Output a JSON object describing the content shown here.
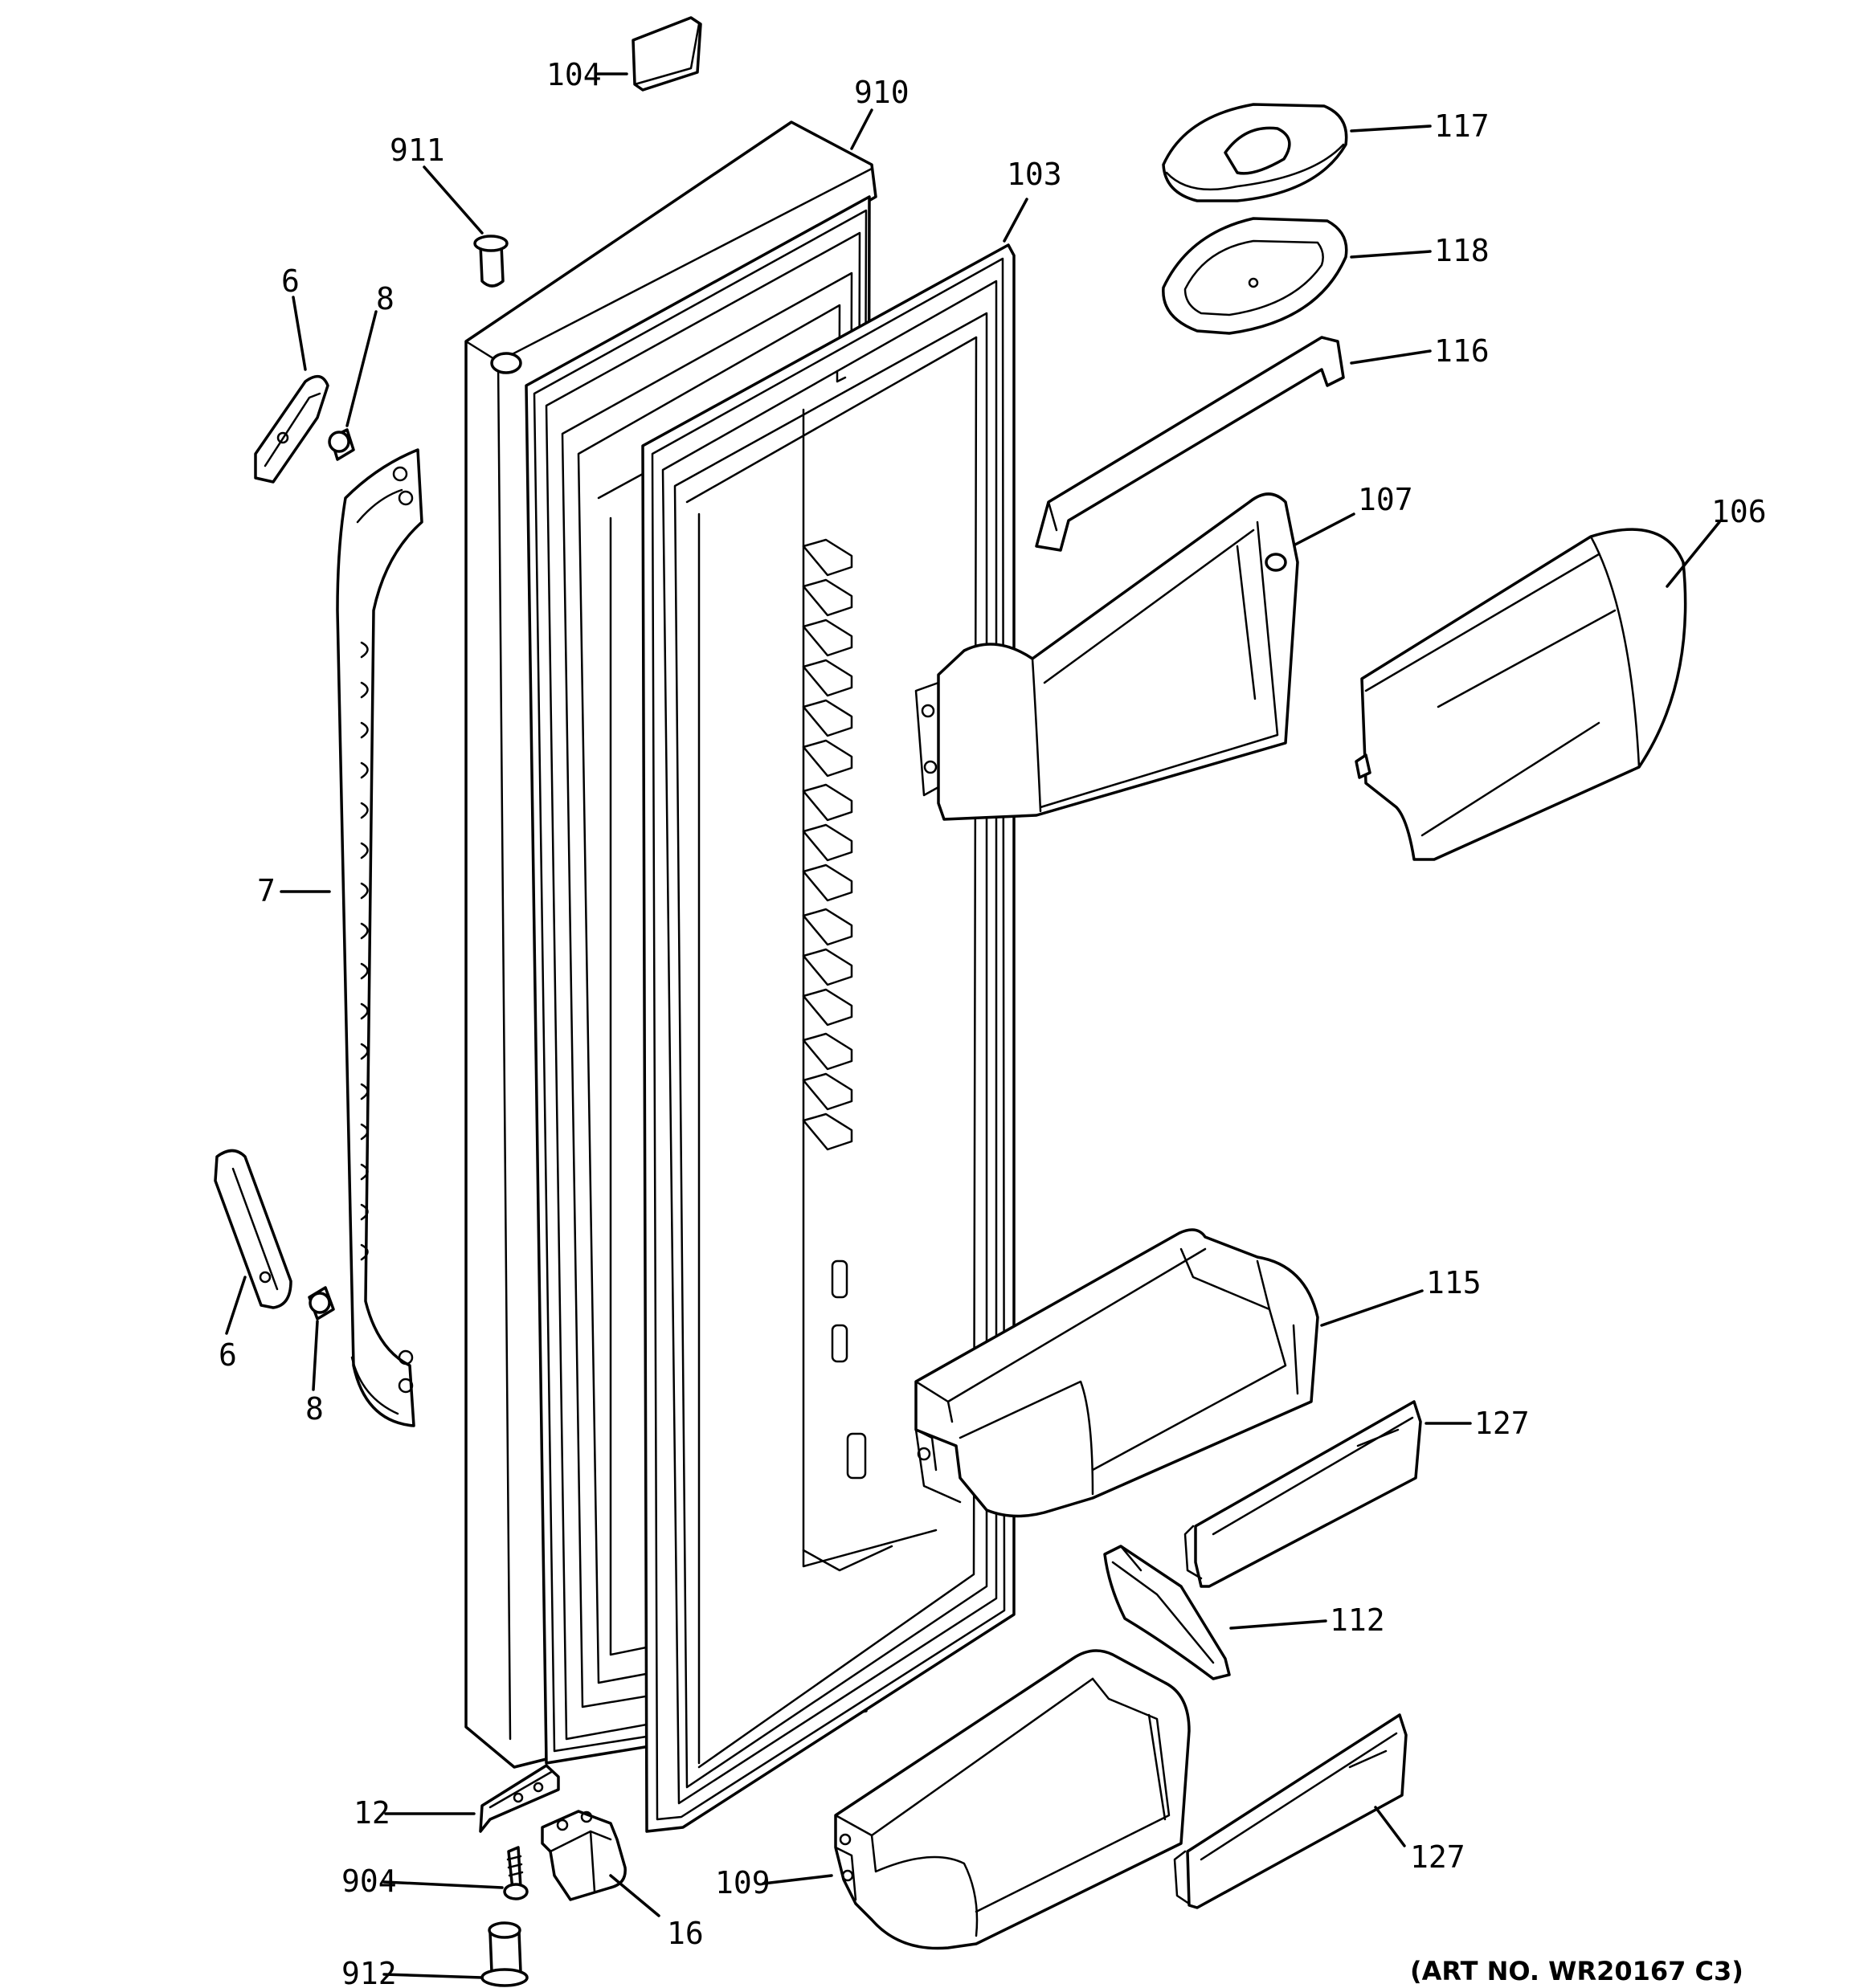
{
  "labels": {
    "l104": "104",
    "l910": "910",
    "l911": "911",
    "l103": "103",
    "l117": "117",
    "l118": "118",
    "l116": "116",
    "l6a": "6",
    "l8a": "8",
    "l107": "107",
    "l106": "106",
    "l7": "7",
    "l115": "115",
    "l127a": "127",
    "l6b": "6",
    "l8b": "8",
    "l112": "112",
    "l12": "12",
    "l904": "904",
    "l109": "109",
    "l16": "16",
    "l127b": "127",
    "l912": "912"
  },
  "art_number": "(ART NO. WR20167 C3)"
}
